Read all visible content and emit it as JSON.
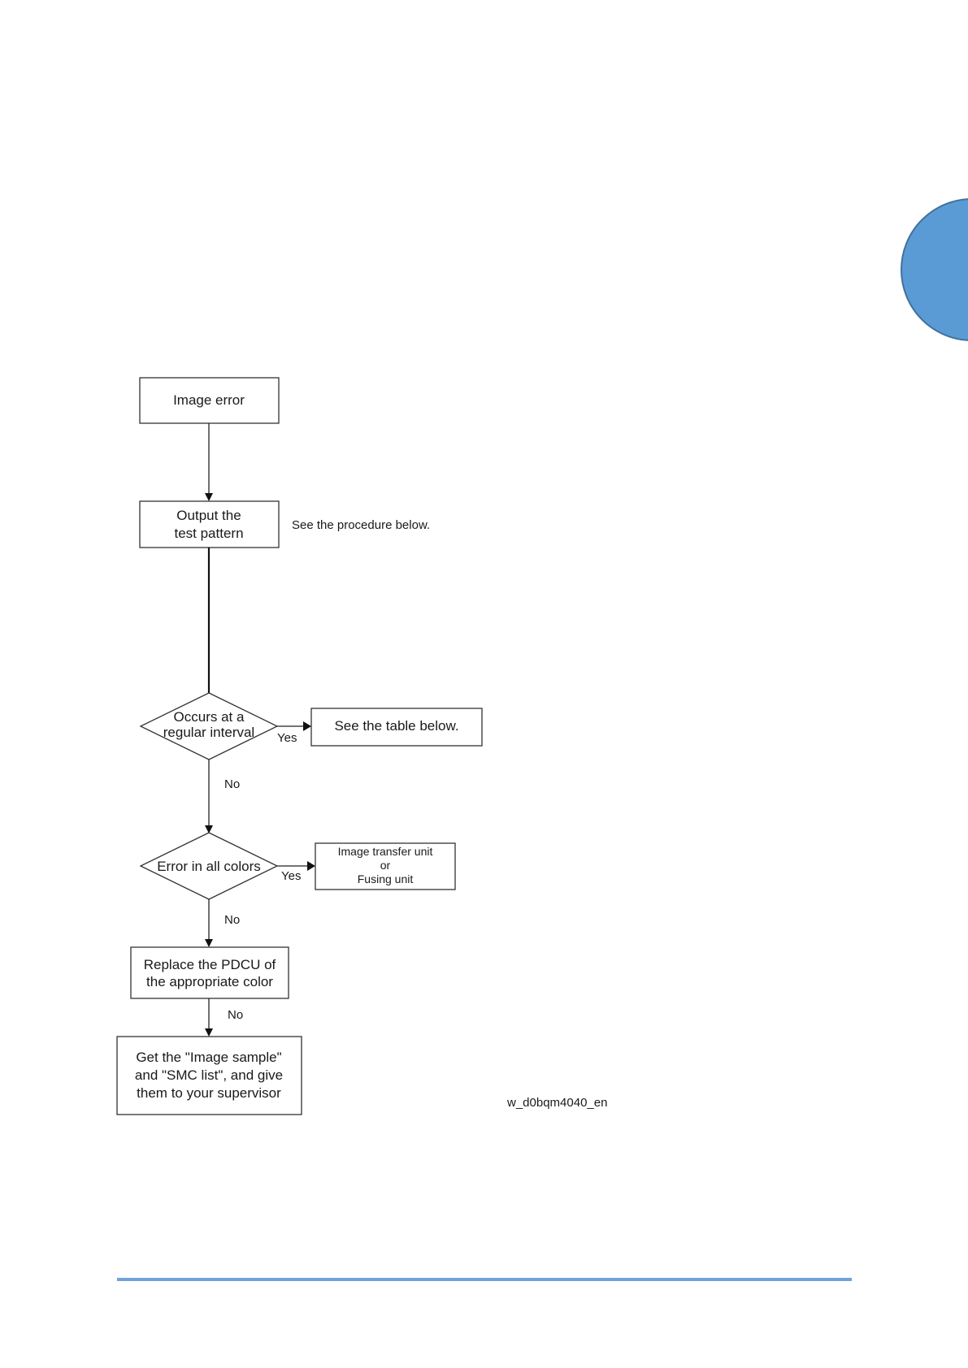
{
  "colors": {
    "section_tab": "#5b9bd5",
    "footer_rule": "#6fa3dc",
    "lines": "#222222"
  },
  "flowchart": {
    "image_error": "Image error",
    "output_line1": "Output the",
    "output_line2": "test pattern",
    "output_note": "See the procedure below.",
    "decision1_line1": "Occurs at a",
    "decision1_line2": "regular interval",
    "decision1_yes": "Yes",
    "decision1_yes_target": "See the table below.",
    "decision1_no": "No",
    "decision2": "Error in all colors",
    "decision2_yes": "Yes",
    "decision2_yes_target_line1": "Image transfer unit",
    "decision2_yes_target_line2": "or",
    "decision2_yes_target_line3": "Fusing unit",
    "decision2_no": "No",
    "replace_line1": "Replace the PDCU of",
    "replace_line2": "the appropriate color",
    "replace_no": "No",
    "final_line1": "Get the \"Image sample\"",
    "final_line2": "and \"SMC list\", and give",
    "final_line3": "them to your supervisor",
    "figure_id": "w_d0bqm4040_en"
  }
}
